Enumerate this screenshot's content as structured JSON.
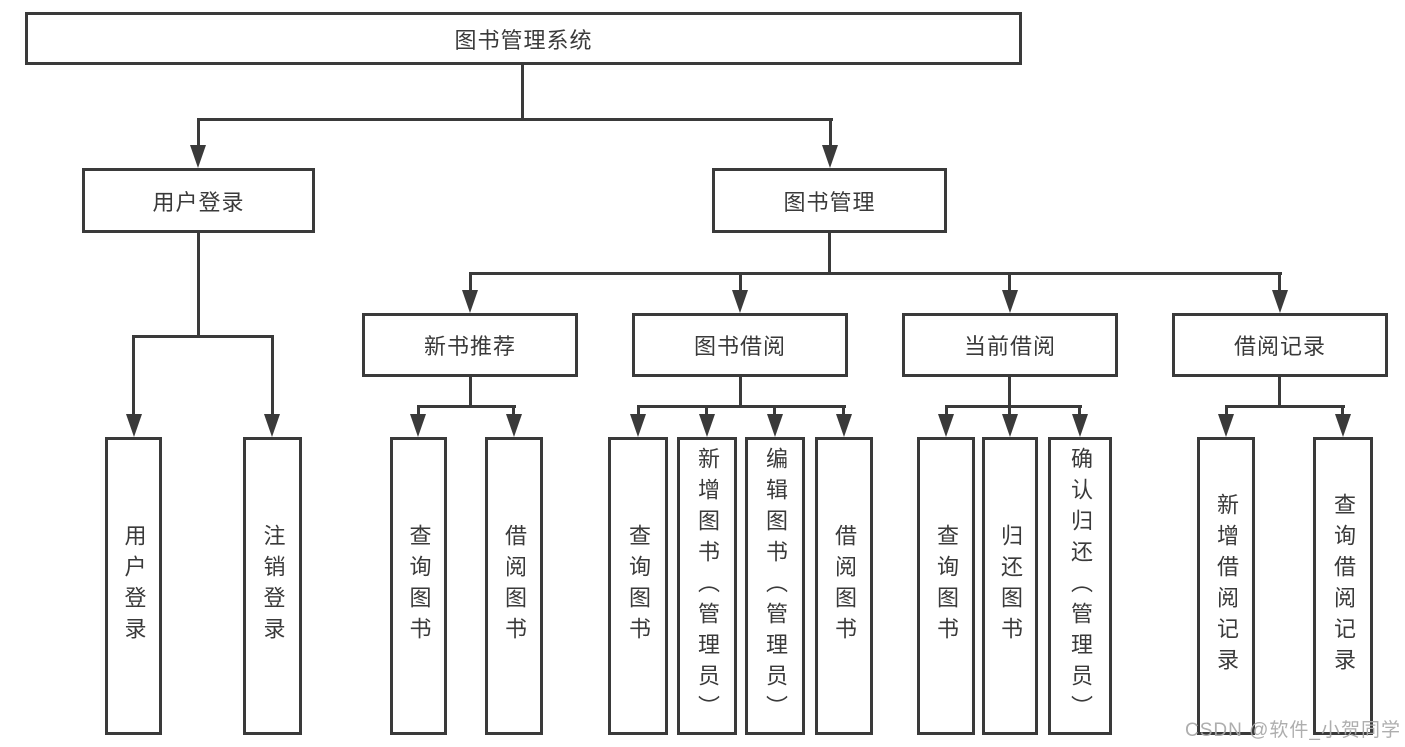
{
  "diagram": {
    "title": "图书管理系统",
    "level2": [
      {
        "label": "用户登录"
      },
      {
        "label": "图书管理"
      }
    ],
    "level3": [
      {
        "label": "新书推荐"
      },
      {
        "label": "图书借阅"
      },
      {
        "label": "当前借阅"
      },
      {
        "label": "借阅记录"
      }
    ],
    "leaves": [
      {
        "label": "用户登录"
      },
      {
        "label": "注销登录"
      },
      {
        "label": "查询图书"
      },
      {
        "label": "借阅图书"
      },
      {
        "label": "查询图书"
      },
      {
        "label": "新增图书（管理员）"
      },
      {
        "label": "编辑图书（管理员）"
      },
      {
        "label": "借阅图书"
      },
      {
        "label": "查询图书"
      },
      {
        "label": "归还图书"
      },
      {
        "label": "确认归还（管理员）"
      },
      {
        "label": "新增借阅记录"
      },
      {
        "label": "查询借阅记录"
      }
    ],
    "line_color": "#3a3a3a",
    "background_color": "#ffffff"
  },
  "watermark": {
    "text": "CSDN @软件_小贺同学",
    "color": "#aaaaaa"
  }
}
